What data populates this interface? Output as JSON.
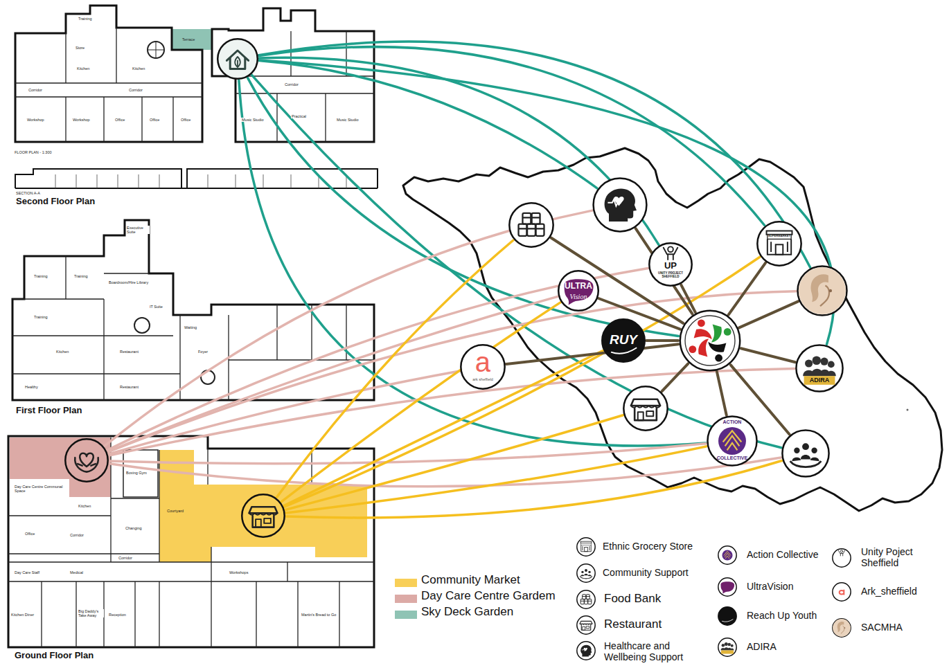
{
  "diagram": {
    "nodes": [
      {
        "text": []
      },
      {
        "text": []
      },
      {
        "text": []
      },
      {
        "text": [
          "SUPERMARKET"
        ]
      },
      {
        "text": [
          "UP",
          "UNITY PROJECT SHEFFIELD"
        ]
      },
      {
        "text": [
          "ULTRA",
          "Vision"
        ]
      },
      {
        "text": []
      },
      {
        "text": [
          "RUY"
        ]
      },
      {
        "text": []
      },
      {
        "text": [
          "ADIRA"
        ]
      },
      {
        "text": [
          "a",
          "ark sheffield"
        ]
      },
      {
        "text": []
      },
      {
        "text": [
          "ACTION",
          "COLLECTIVE"
        ]
      },
      {
        "text": []
      },
      {
        "text": []
      },
      {
        "text": []
      }
    ],
    "edges": [
      {
        "from": 0,
        "to": 1,
        "arrow": "none"
      },
      {
        "from": 0,
        "to": 3,
        "arrow": "none"
      },
      {
        "from": 0,
        "to": 4,
        "arrow": "none"
      },
      {
        "from": 0,
        "to": 6,
        "arrow": "none"
      },
      {
        "from": 0,
        "to": 9,
        "arrow": "none"
      },
      {
        "from": 0,
        "to": 8,
        "arrow": "none"
      },
      {
        "from": 0,
        "to": 12,
        "arrow": "none"
      },
      {
        "from": 0,
        "to": 13,
        "arrow": "none"
      },
      {
        "from": 14,
        "to": 1,
        "arrow": "none"
      },
      {
        "from": 14,
        "to": 4,
        "arrow": "none"
      },
      {
        "from": 14,
        "to": 5,
        "arrow": "none"
      },
      {
        "from": 14,
        "to": 10,
        "arrow": "none"
      },
      {
        "from": 14,
        "to": 6,
        "arrow": "none"
      },
      {
        "from": 14,
        "to": 9,
        "arrow": "none"
      },
      {
        "from": 14,
        "to": 12,
        "arrow": "none"
      },
      {
        "from": 14,
        "to": 13,
        "arrow": "none"
      },
      {
        "from": 15,
        "to": 2,
        "arrow": "none"
      },
      {
        "from": 15,
        "to": 5,
        "arrow": "none"
      },
      {
        "from": 15,
        "to": 7,
        "arrow": "none"
      },
      {
        "from": 15,
        "to": 3,
        "arrow": "none"
      },
      {
        "from": 15,
        "to": 11,
        "arrow": "none"
      },
      {
        "from": 15,
        "to": 12,
        "arrow": "none"
      },
      {
        "from": 15,
        "to": 13,
        "arrow": "none"
      },
      {
        "from": 8,
        "to": 1,
        "arrow": "none"
      },
      {
        "from": 8,
        "to": 2,
        "arrow": "none"
      },
      {
        "from": 8,
        "to": 3,
        "arrow": "none"
      },
      {
        "from": 8,
        "to": 4,
        "arrow": "none"
      },
      {
        "from": 8,
        "to": 5,
        "arrow": "none"
      },
      {
        "from": 8,
        "to": 6,
        "arrow": "none"
      },
      {
        "from": 8,
        "to": 7,
        "arrow": "none"
      },
      {
        "from": 8,
        "to": 9,
        "arrow": "none"
      },
      {
        "from": 8,
        "to": 10,
        "arrow": "none"
      },
      {
        "from": 8,
        "to": 11,
        "arrow": "none"
      },
      {
        "from": 8,
        "to": 12,
        "arrow": "none"
      },
      {
        "from": 8,
        "to": 13,
        "arrow": "none"
      }
    ],
    "labels": [
      "Training",
      "Store",
      "Kitchen",
      "Kitchen",
      "Terrace",
      "Corridor",
      "Corridor",
      "Corridor",
      "Workshop",
      "Workshop",
      "Office",
      "Office",
      "Office",
      "Music Studio",
      "Practical",
      "Music Studio",
      "FLOOR PLAN - 1:300",
      "SECTION A-A",
      "Second Floor Plan",
      "Executive Suite",
      "Training",
      "Training",
      "Boardroom/Hire Library",
      "IT Suite",
      "Training",
      "Waiting",
      "Kitchen",
      "Restaurant",
      "Foyer",
      "Restaurant",
      "Healthy",
      "First Floor Plan",
      "Boxing Gym",
      "Day Care Centre Communal Space",
      "Kitchen",
      "Courtyard",
      "Changing",
      "Office",
      "Corridor",
      "Corridor",
      "Day Care Staff",
      "Medical",
      "Workshops",
      "Kitchen Diner",
      "Big Daddy's Take Away",
      "Reception",
      "Martin's Bread to Go",
      "Ground Floor Plan"
    ],
    "legend": [
      {
        "text": "Community Market",
        "color": "#f8cf58"
      },
      {
        "text": "Day Care Centre Gardem",
        "color": "#dcaaa6"
      },
      {
        "text": "Sky Deck Garden",
        "color": "#8fc3b4"
      },
      {
        "text": "Ethnic Grocery Store"
      },
      {
        "text": "Community Support"
      },
      {
        "text": "Food Bank"
      },
      {
        "text": "Restaurant"
      },
      {
        "text": "Healthcare and Wellbeing Support"
      },
      {
        "text": "Action Collective"
      },
      {
        "text": "UltraVision"
      },
      {
        "text": "Reach Up Youth"
      },
      {
        "text": "ADIRA"
      },
      {
        "text": "Unity Poject Sheffield"
      },
      {
        "text": "Ark_sheffield"
      },
      {
        "text": "SACMHA"
      }
    ]
  }
}
